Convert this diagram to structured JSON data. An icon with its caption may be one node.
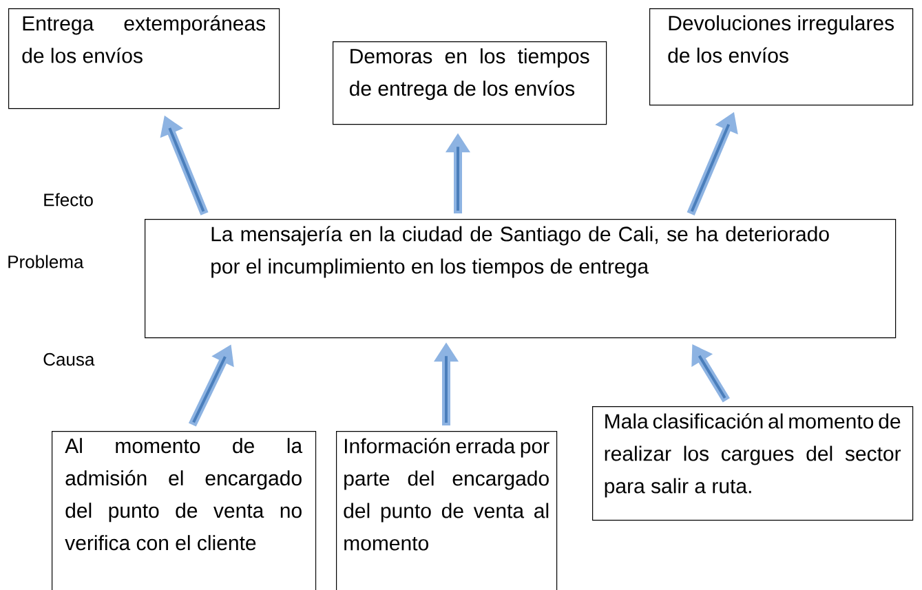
{
  "diagram": {
    "nodes": [
      {
        "text": [
          "Entrega extemporáneas de los envíos"
        ]
      },
      {
        "text": [
          "Demoras en los tiempos de entrega de los envíos"
        ]
      },
      {
        "text": [
          "Devoluciones irregulares de los envíos"
        ]
      },
      {
        "text": [
          "La mensajería en la ciudad de Santiago de Cali, se ha deteriorado por el incumplimiento en los tiempos de entrega"
        ]
      },
      {
        "text": [
          "Al momento de la admisión el encargado del punto de venta no verifica con el cliente"
        ]
      },
      {
        "text": [
          "Información errada por parte del encargado del punto de venta al momento"
        ]
      },
      {
        "text": [
          "Mala clasificación al momento de realizar los cargues del sector para salir a ruta."
        ]
      }
    ],
    "edges": [
      {
        "from": 3,
        "to": 0,
        "arrow": "to"
      },
      {
        "from": 3,
        "to": 1,
        "arrow": "to"
      },
      {
        "from": 3,
        "to": 2,
        "arrow": "to"
      },
      {
        "from": 4,
        "to": 3,
        "arrow": "to"
      },
      {
        "from": 5,
        "to": 3,
        "arrow": "to"
      },
      {
        "from": 6,
        "to": 3,
        "arrow": "to"
      }
    ],
    "labels": [
      "Efecto",
      "Problema",
      "Causa"
    ]
  }
}
